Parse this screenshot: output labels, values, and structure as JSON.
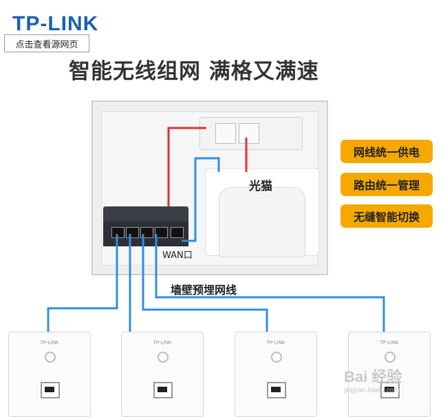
{
  "logo": "TP-LINK",
  "source_link": "点击查看源网页",
  "headline": "智能无线组网 满格又满速",
  "features": [
    "网线统一供电",
    "路由统一管理",
    "无缝智能切换"
  ],
  "labels": {
    "modem": "光猫",
    "wan": "WAN口",
    "wiring": "墙壁预埋网线"
  },
  "panel_brand": "TP-LINK",
  "watermark": {
    "main": "Bai 经验",
    "sub": "jingyan.baidu.com"
  },
  "colors": {
    "accent": "#f5a800",
    "cable_blue": "#2f8de4",
    "power_red": "#e03030",
    "brand_blue": "#1a5fb4"
  }
}
